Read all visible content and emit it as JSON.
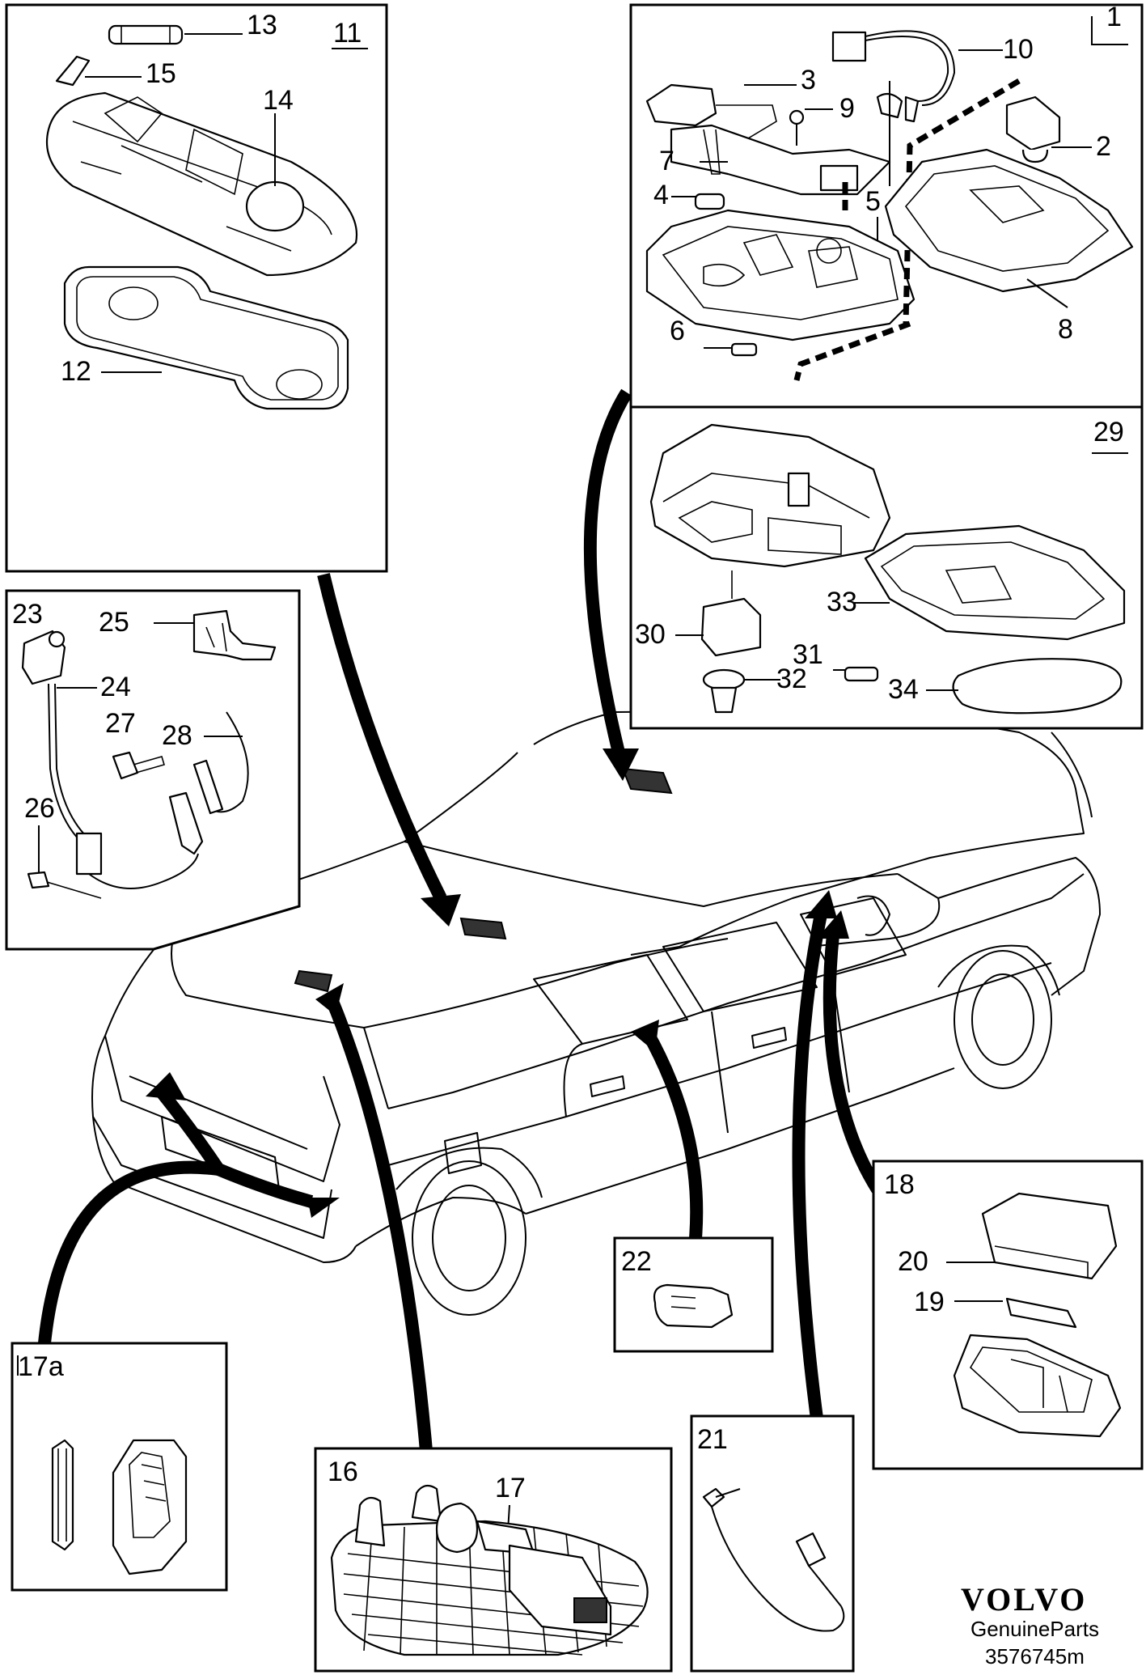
{
  "callouts": {
    "c1": "1",
    "c2": "2",
    "c3": "3",
    "c4": "4",
    "c5": "5",
    "c6": "6",
    "c7": "7",
    "c8": "8",
    "c9": "9",
    "c10": "10",
    "c11": "11",
    "c12": "12",
    "c13": "13",
    "c14": "14",
    "c15": "15",
    "c16": "16",
    "c17": "17",
    "c17a": "17a",
    "c18": "18",
    "c19": "19",
    "c20": "20",
    "c21": "21",
    "c22": "22",
    "c23": "23",
    "c24": "24",
    "c25": "25",
    "c26": "26",
    "c27": "27",
    "c28": "28",
    "c29": "29",
    "c30": "30",
    "c31": "31",
    "c32": "32",
    "c33": "33",
    "c34": "34"
  },
  "brand": {
    "name": "VOLVO",
    "tagline": "GenuineParts",
    "diagram_number": "3576745m"
  }
}
